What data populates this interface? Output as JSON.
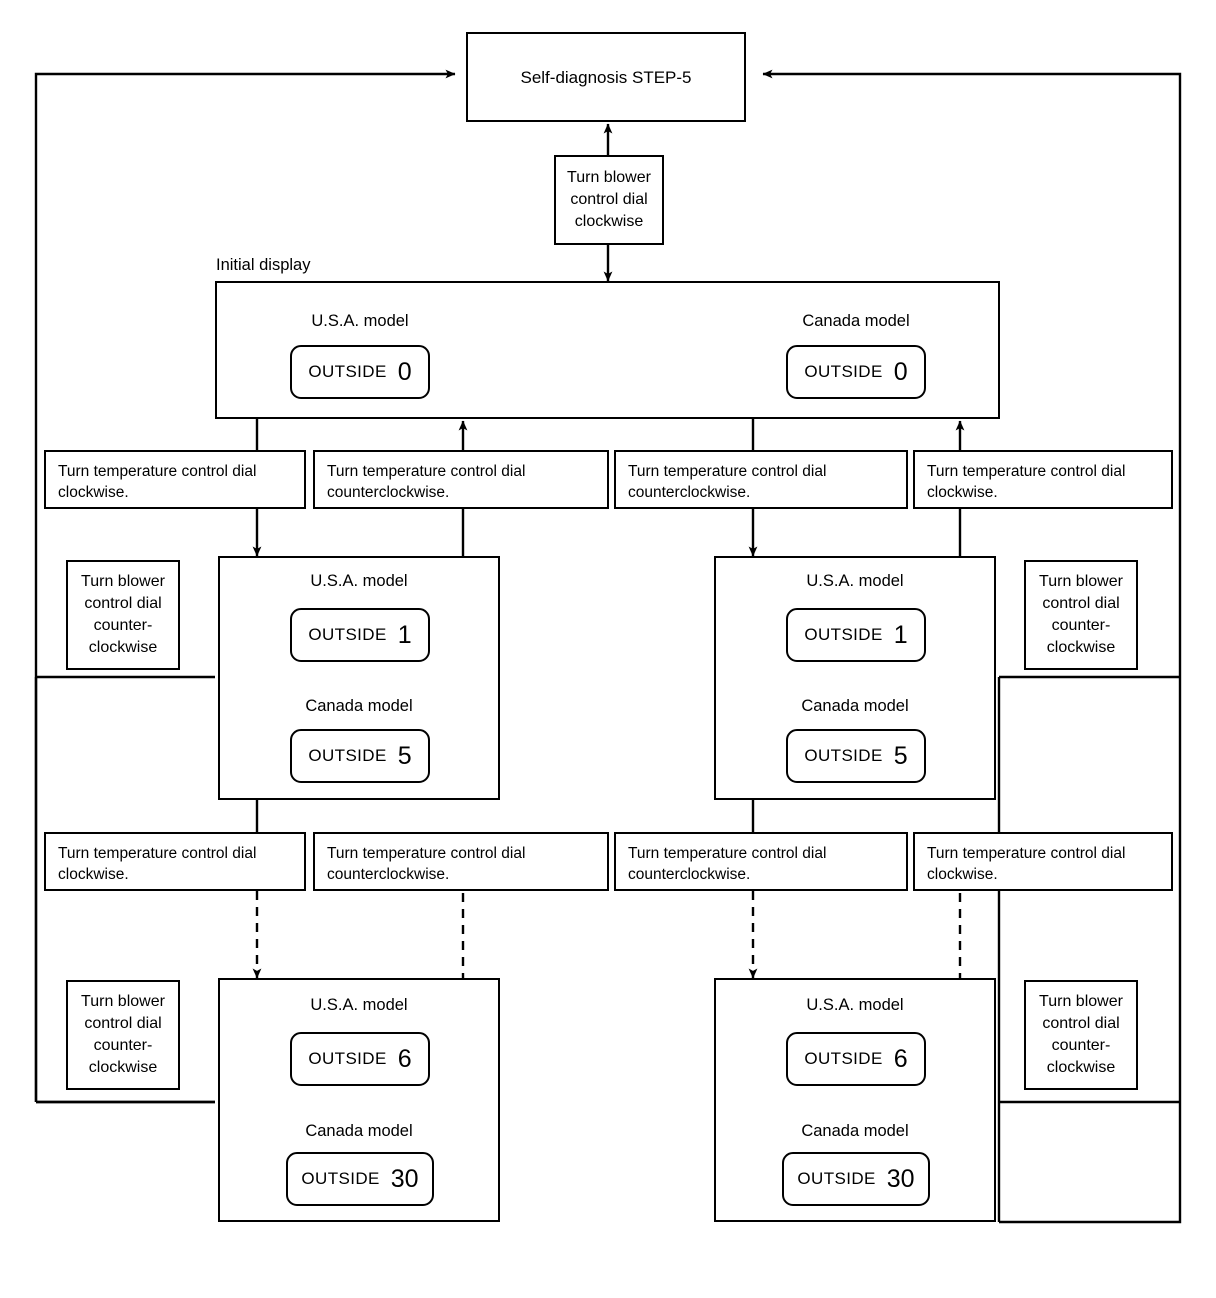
{
  "diagram": {
    "title_node": "Self-diagnosis STEP-5",
    "initial_display_label": "Initial display",
    "labels": {
      "usa": "U.S.A. model",
      "canada": "Canada model",
      "outside": "OUTSIDE"
    },
    "actions": {
      "blower_cw": "Turn blower control dial clockwise",
      "blower_ccw": "Turn blower control dial counter-clockwise",
      "temp_cw": "Turn temperature control dial clockwise.",
      "temp_ccw": "Turn temperature control dial counterclockwise."
    },
    "steps": [
      {
        "id": "initial",
        "usa_value": "0",
        "canada_value": "0"
      },
      {
        "id": "step-1",
        "usa_value": "1",
        "canada_value": "5"
      },
      {
        "id": "step-2",
        "usa_value": "6",
        "canada_value": "30"
      }
    ],
    "action_rows": [
      [
        "Turn temperature control dial clockwise.",
        "Turn temperature control dial counterclockwise.",
        "Turn temperature control dial counterclockwise.",
        "Turn temperature control dial clockwise."
      ],
      [
        "Turn temperature control dial clockwise.",
        "Turn temperature control dial counterclockwise.",
        "Turn temperature control dial counterclockwise.",
        "Turn temperature control dial clockwise."
      ]
    ],
    "colors": {
      "line": "#000000",
      "background": "#ffffff"
    }
  }
}
